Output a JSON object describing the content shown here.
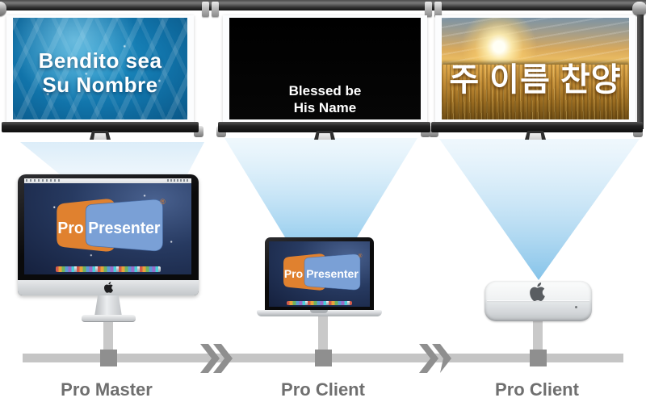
{
  "screens": [
    {
      "language": "spanish",
      "line1": "Bendito sea",
      "line2": "Su Nombre"
    },
    {
      "language": "english",
      "line1": "Blessed be",
      "line2": "His Name"
    },
    {
      "language": "korean",
      "line1": "주 이름 찬양",
      "line2": ""
    }
  ],
  "logo": {
    "pro": "Pro",
    "presenter": "Presenter",
    "registered": "®"
  },
  "devices": [
    {
      "type": "imac",
      "label": "Pro Master"
    },
    {
      "type": "macbook",
      "label": "Pro Client"
    },
    {
      "type": "mac-mini",
      "label": "Pro Client"
    }
  ],
  "colors": {
    "logo_orange": "#E0812F",
    "logo_blue": "#7AA0D6",
    "beam_top": "#DCEFFA",
    "beam_bottom": "#8FC7EA",
    "screen1_background": "#1173A9",
    "screen2_background": "#000000",
    "network_line": "#C5C5C5",
    "network_node": "#8F8F8F",
    "label_text": "#6F6F6F"
  }
}
